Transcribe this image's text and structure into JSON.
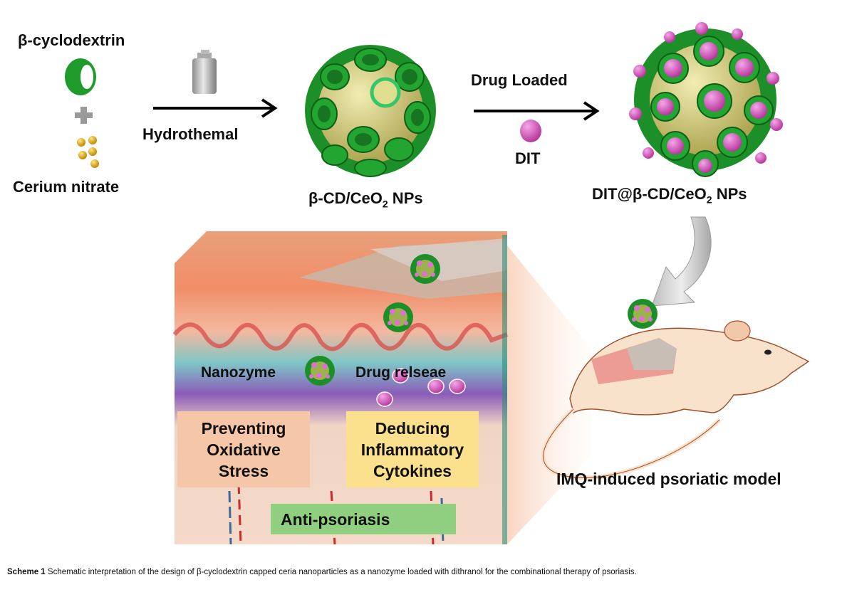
{
  "figure": {
    "top_row": {
      "reagent_1": "β-cyclodextrin",
      "reagent_2": "Cerium nitrate",
      "step_1_label": "Hydrothemal",
      "product_1": {
        "main": "β-CD/CeO",
        "sub": "2",
        "tail": " NPs"
      },
      "step_2_label": "Drug Loaded",
      "step_2_reagent": "DIT",
      "product_2": {
        "main": "DIT@β-CD/CeO",
        "sub": "2",
        "tail": " NPs"
      }
    },
    "skin_panel": {
      "nanozyme_label": "Nanozyme",
      "drug_release_label": "Drug relseae",
      "box_left": [
        "Preventing",
        "Oxidative",
        "Stress"
      ],
      "box_right": [
        "Deducing",
        "Inflammatory",
        "Cytokines"
      ],
      "box_bottom": "Anti-psoriasis"
    },
    "mouse_label": "IMQ-induced psoriatic model",
    "colors": {
      "cyclodextrin_green": "#1f9a2a",
      "ceria_core": "#cfc774",
      "drug_pink": "#d85fc4",
      "box_left": "#f6c6a8",
      "box_right": "#fbe08e",
      "box_bottom": "#8fcf7f",
      "mouse_skin": "#f9e2cc"
    }
  },
  "caption": {
    "label": "Scheme 1",
    "text": "Schematic interpretation of the design of β-cyclodextrin capped ceria nanoparticles as a nanozyme loaded with dithranol for the combinational therapy of psoriasis."
  }
}
